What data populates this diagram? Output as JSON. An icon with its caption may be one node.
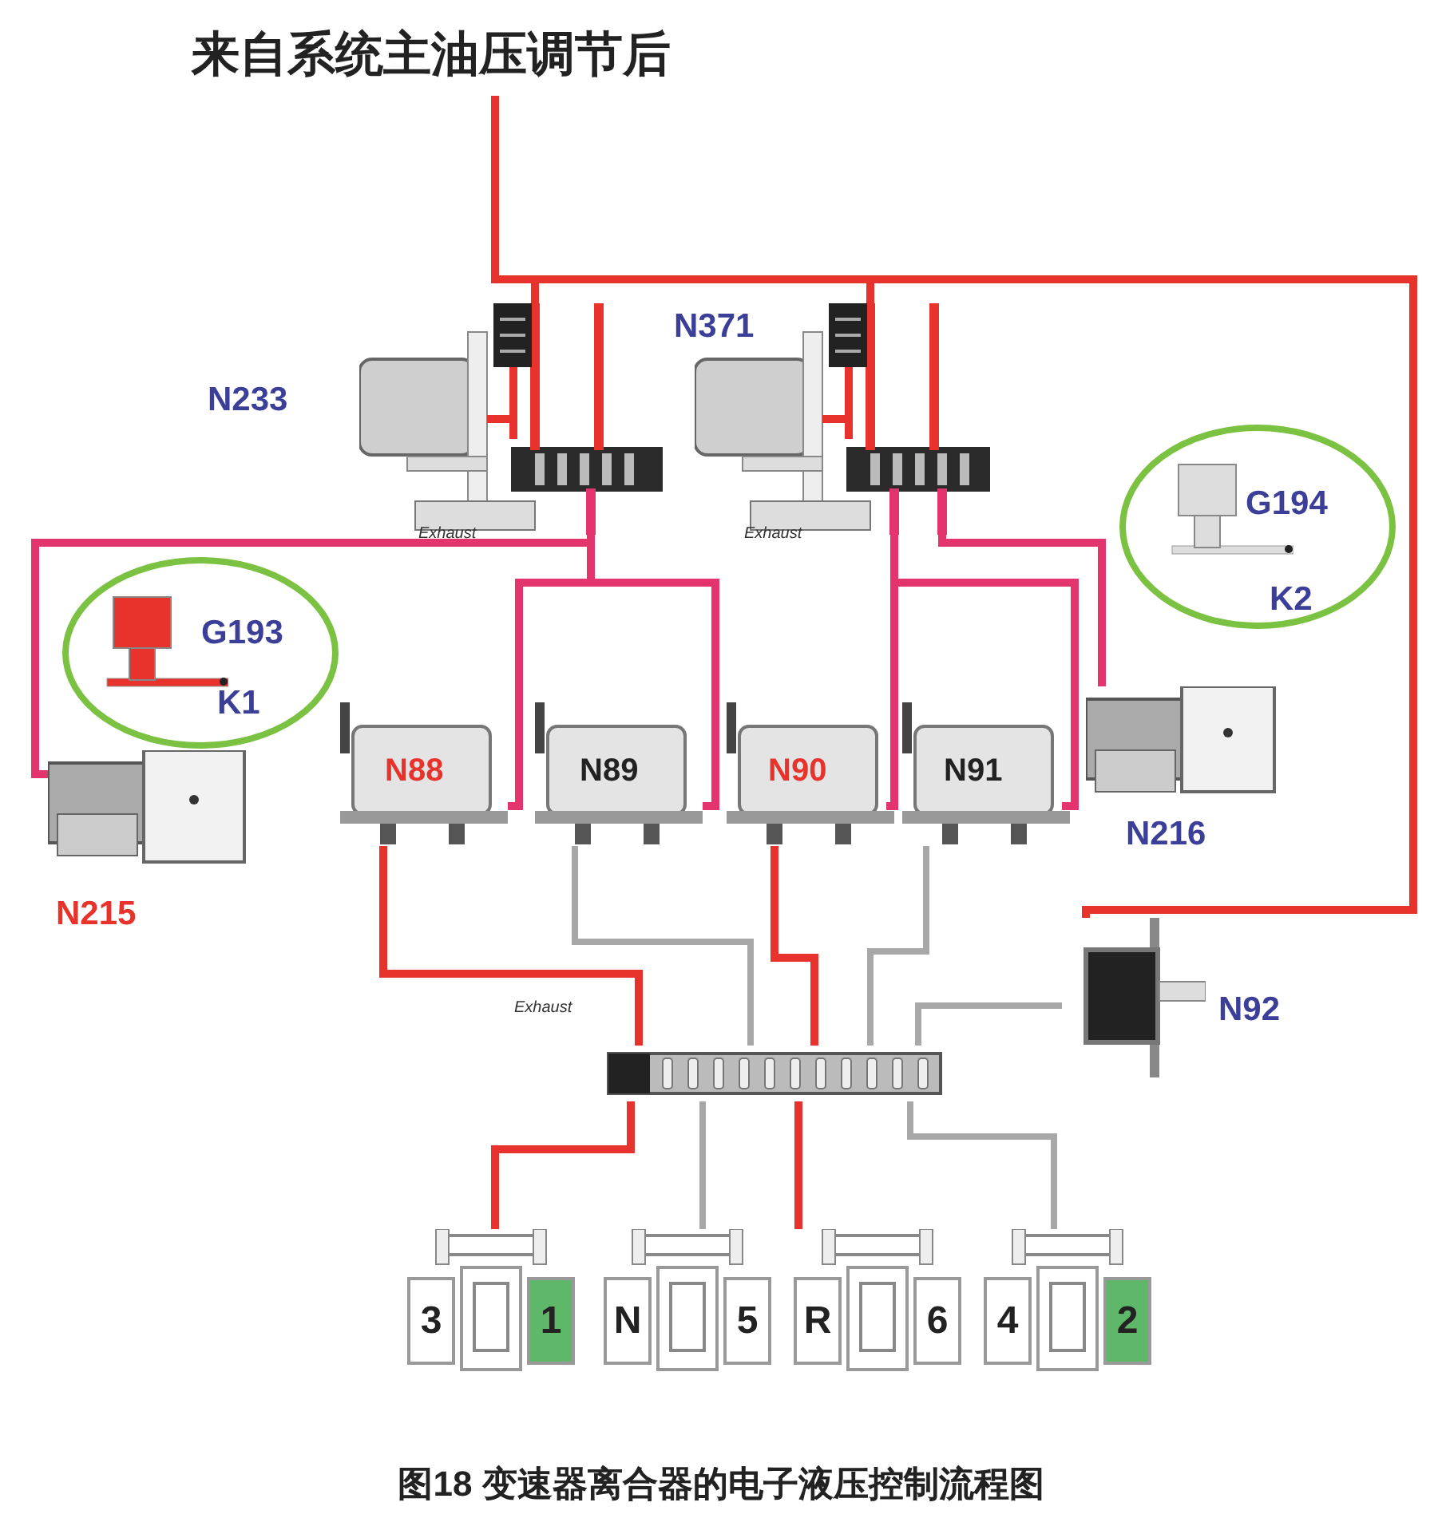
{
  "diagram": {
    "caption": "图18 变速器离合器的电子液压控制流程图",
    "nodes": [
      {
        "text": [
          "来自系统主油压调节后"
        ]
      },
      {
        "text": [
          "N233"
        ]
      },
      {
        "text": [
          "N371"
        ]
      },
      {
        "text": [
          "G193",
          "K1"
        ]
      },
      {
        "text": [
          "G194",
          "K2"
        ]
      },
      {
        "text": [
          "N215"
        ]
      },
      {
        "text": [
          "N216"
        ]
      },
      {
        "text": [
          "N88"
        ]
      },
      {
        "text": [
          "N89"
        ]
      },
      {
        "text": [
          "N90"
        ]
      },
      {
        "text": [
          "N91"
        ]
      },
      {
        "text": [
          "N92"
        ]
      },
      {
        "text": [],
        "shape": "picture"
      },
      {
        "text": [
          "3",
          "1"
        ]
      },
      {
        "text": [
          "N",
          "5"
        ]
      },
      {
        "text": [
          "R",
          "6"
        ]
      },
      {
        "text": [
          "4",
          "2"
        ]
      }
    ],
    "edges": [
      {
        "from": 0,
        "to": 1,
        "arrow": "none"
      },
      {
        "from": 0,
        "to": 2,
        "arrow": "none"
      },
      {
        "from": 0,
        "to": 11,
        "arrow": "none"
      },
      {
        "from": 1,
        "to": 5,
        "arrow": "none",
        "color": "#e4346e"
      },
      {
        "from": 1,
        "to": 7,
        "arrow": "none",
        "color": "#e4346e"
      },
      {
        "from": 1,
        "to": 8,
        "arrow": "none",
        "color": "#e4346e"
      },
      {
        "from": 2,
        "to": 6,
        "arrow": "none",
        "color": "#e4346e"
      },
      {
        "from": 2,
        "to": 9,
        "arrow": "none",
        "color": "#e4346e"
      },
      {
        "from": 2,
        "to": 10,
        "arrow": "none",
        "color": "#e4346e"
      },
      {
        "from": 7,
        "to": 12,
        "arrow": "none"
      },
      {
        "from": 8,
        "to": 12,
        "arrow": "none",
        "color": "#a8a8a8"
      },
      {
        "from": 9,
        "to": 12,
        "arrow": "none"
      },
      {
        "from": 10,
        "to": 12,
        "arrow": "none",
        "color": "#a8a8a8"
      },
      {
        "from": 11,
        "to": 12,
        "arrow": "none",
        "color": "#a8a8a8"
      },
      {
        "from": 12,
        "to": 13,
        "arrow": "none"
      },
      {
        "from": 12,
        "to": 14,
        "arrow": "none",
        "color": "#a8a8a8"
      },
      {
        "from": 12,
        "to": 15,
        "arrow": "none"
      },
      {
        "from": 12,
        "to": 16,
        "arrow": "none",
        "color": "#a8a8a8"
      }
    ],
    "labels": [
      "Exhaust",
      "Exhaust",
      "Exhaust"
    ]
  }
}
